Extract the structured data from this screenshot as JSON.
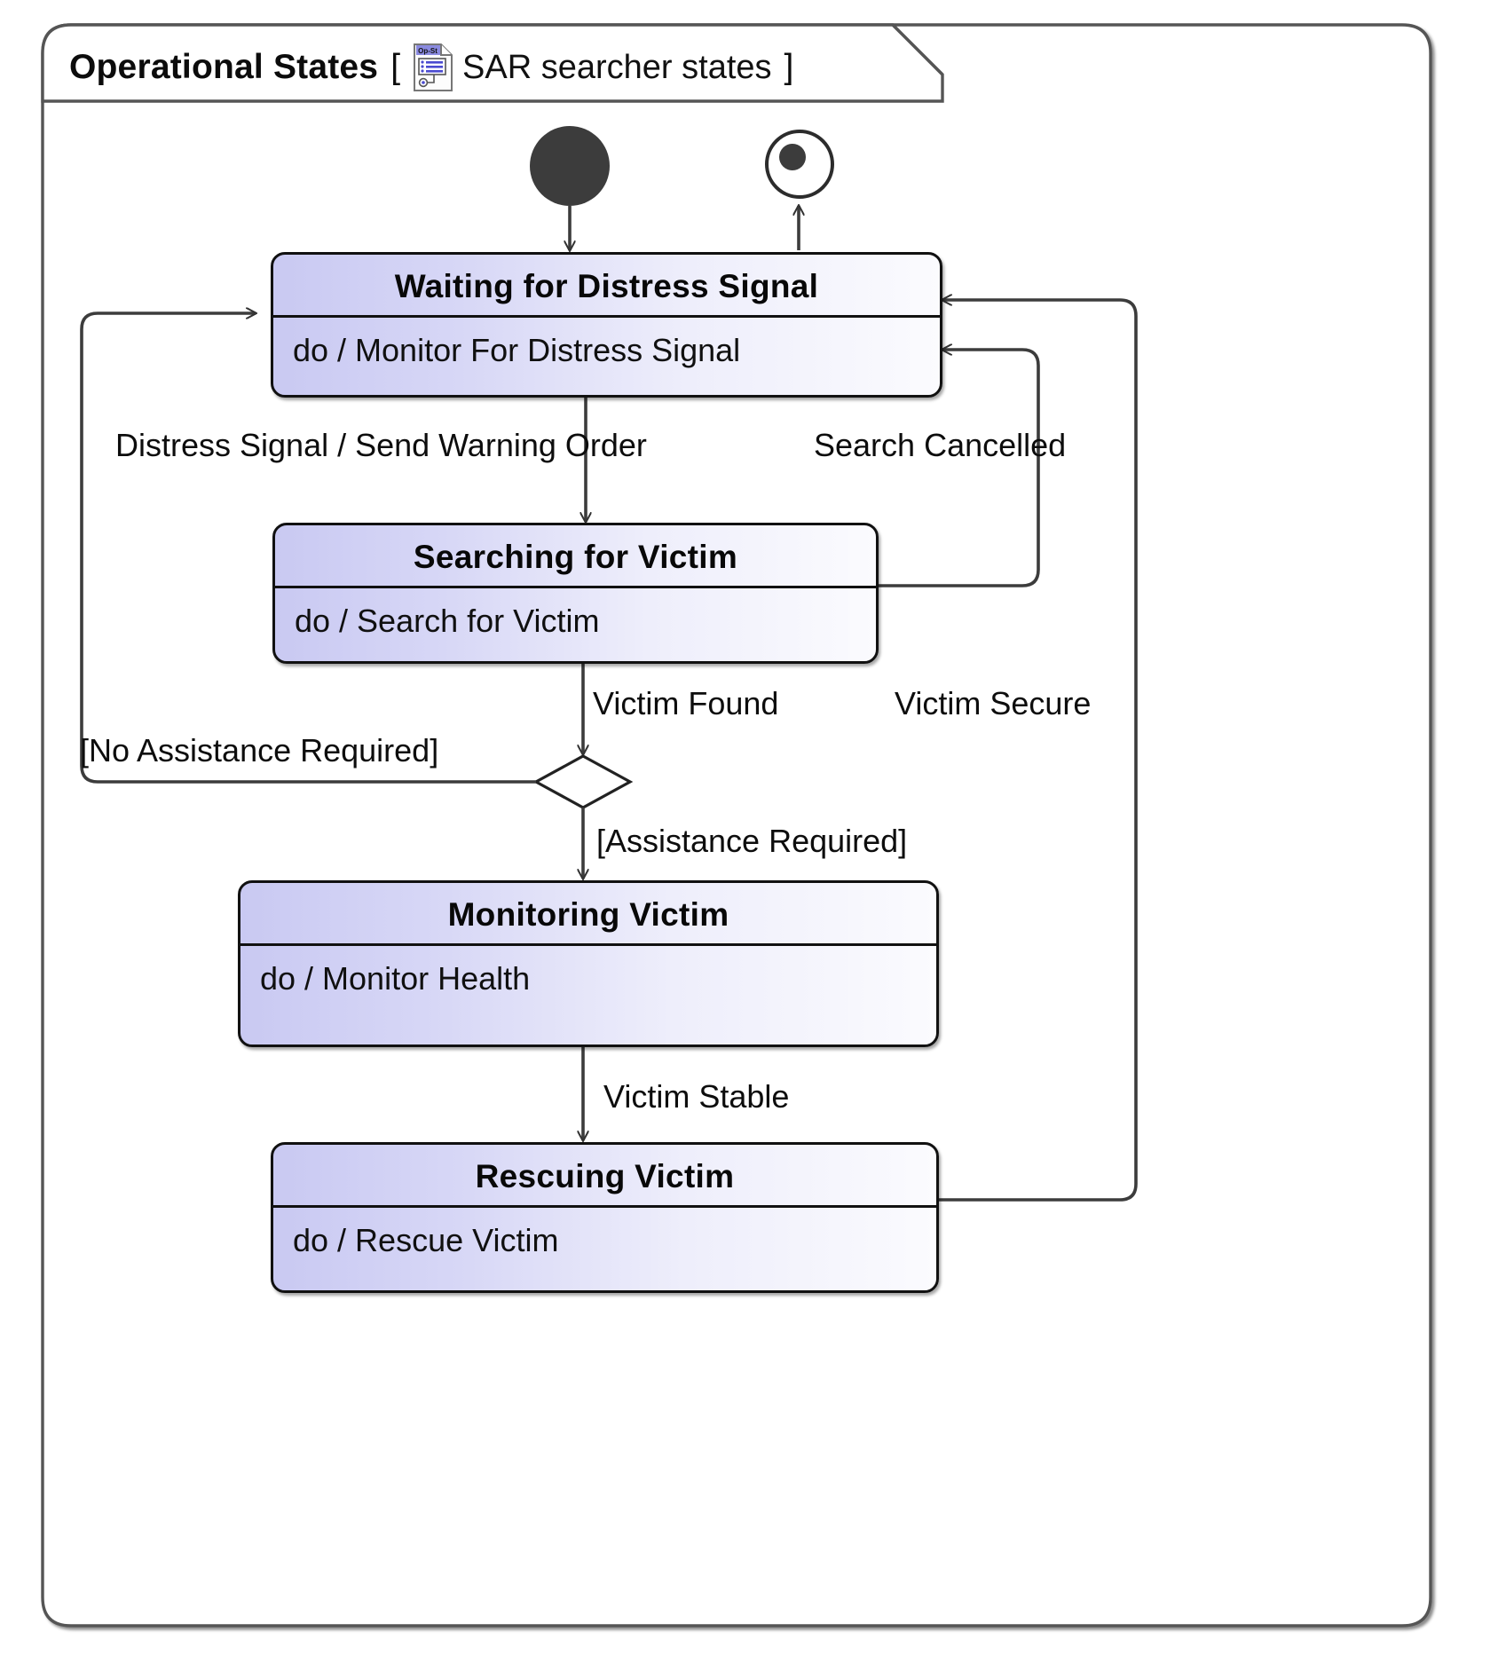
{
  "diagram": {
    "type": "uml-state-machine",
    "frame_label": "Operational States",
    "frame_bracket_open": "[",
    "frame_bracket_close": "]",
    "frame_subject": "SAR searcher states",
    "frame_icon": "op-st-document-icon",
    "frame_icon_tag": "Op-St",
    "colors": {
      "state_fill_start": "#c9c9f2",
      "state_fill_end": "#fbfbfe",
      "state_border": "#111111",
      "node_fill": "#3c3c3c",
      "edge_stroke": "#444444",
      "icon_banner": "#8a8ae0",
      "background": "#ffffff"
    }
  },
  "nodes": {
    "initial": {
      "name": "initial-state"
    },
    "final": {
      "name": "final-state"
    },
    "decision": {
      "name": "decision-diamond"
    }
  },
  "states": [
    {
      "name": "Waiting for Distress Signal",
      "activity": "do / Monitor For Distress Signal"
    },
    {
      "name": "Searching for Victim",
      "activity": "do / Search for Victim"
    },
    {
      "name": "Monitoring Victim",
      "activity": "do / Monitor Health"
    },
    {
      "name": "Rescuing Victim",
      "activity": "do / Rescue Victim"
    }
  ],
  "transitions": [
    {
      "id": "t1",
      "from": "initial",
      "to": "Waiting for Distress Signal",
      "label": ""
    },
    {
      "id": "t2",
      "from": "Waiting for Distress Signal",
      "to": "Searching for Victim",
      "label": "Distress Signal / Send Warning Order"
    },
    {
      "id": "t3",
      "from": "Searching for Victim",
      "to": "Waiting for Distress Signal",
      "label": "Search Cancelled"
    },
    {
      "id": "t4",
      "from": "Searching for Victim",
      "to": "decision",
      "label": "Victim Found"
    },
    {
      "id": "t5",
      "from": "decision",
      "to": "Waiting for Distress Signal",
      "label": "[No Assistance Required]"
    },
    {
      "id": "t6",
      "from": "decision",
      "to": "Monitoring Victim",
      "label": "[Assistance Required]"
    },
    {
      "id": "t7",
      "from": "Monitoring Victim",
      "to": "Rescuing Victim",
      "label": "Victim Stable"
    },
    {
      "id": "t8",
      "from": "Rescuing Victim",
      "to": "Waiting for Distress Signal",
      "label": "Victim Secure"
    },
    {
      "id": "t9",
      "from": "Waiting for Distress Signal",
      "to": "final",
      "label": ""
    }
  ],
  "labels": {
    "distress_signal": "Distress Signal / Send Warning Order",
    "search_cancelled": "Search Cancelled",
    "victim_found": "Victim Found",
    "victim_secure": "Victim Secure",
    "no_assistance": "[No Assistance Required]",
    "assistance": "[Assistance Required]",
    "victim_stable": "Victim Stable"
  }
}
